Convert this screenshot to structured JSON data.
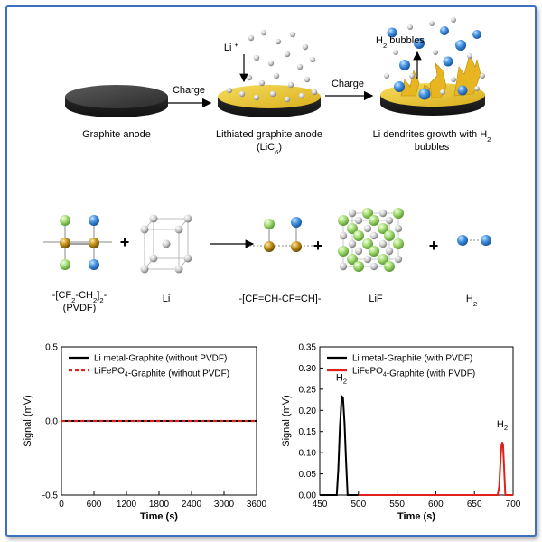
{
  "top_row": {
    "anode_label": "Graphite anode",
    "arrow1_label": "Charge",
    "lithiated_label_line1": "Lithiated graphite anode",
    "lithiated_label_line2": "(LiC6)",
    "li_ion_label": "Li+",
    "arrow2_label": "Charge",
    "dendrite_label_line1": "Li dendrites growth with H2",
    "dendrite_label_line2": "bubbles",
    "h2_bubbles_label": "H2 bubbles"
  },
  "reaction": {
    "reactant1_label_line1": "-[CF2-CH2]2-",
    "reactant1_label_line2": "(PVDF)",
    "plus1": "+",
    "reactant2_label": "Li",
    "product1_label": "-[CF=CH-CF=CH]-",
    "plus2": "+",
    "product2_label": "LiF",
    "plus3": "+",
    "product3_label": "H2"
  },
  "colors": {
    "frame": "#3f6fbf",
    "gold": "#e8c234",
    "disk": "#3b3b3b",
    "blue": "#3c8fe0",
    "green": "#9bd36b",
    "brown": "#b8860b",
    "series_black": "#000000",
    "series_red": "#e0201a"
  },
  "chart_data": [
    {
      "type": "line",
      "xlabel": "Time (s)",
      "ylabel": "Signal (mV)",
      "xlim": [
        0,
        3600
      ],
      "ylim": [
        -0.5,
        0.5
      ],
      "xticks": [
        0,
        600,
        1200,
        1800,
        2400,
        3000,
        3600
      ],
      "yticks": [
        -0.5,
        0.0,
        0.5
      ],
      "ytick_labels": [
        "-0.5",
        "0.0",
        "0.5"
      ],
      "legend_position": "top-left",
      "series": [
        {
          "name": "Li metal-Graphite (without PVDF)",
          "color": "#000000",
          "style": "solid",
          "x": [
            0,
            3600
          ],
          "y": [
            0,
            0
          ]
        },
        {
          "name": "LiFePO4-Graphite (without  PVDF)",
          "color": "#e0201a",
          "style": "dashed",
          "x": [
            0,
            3600
          ],
          "y": [
            0,
            0
          ]
        }
      ]
    },
    {
      "type": "line",
      "xlabel": "Time (s)",
      "ylabel": "Signal (mV)",
      "xlim": [
        450,
        700
      ],
      "ylim": [
        0,
        0.35
      ],
      "xticks": [
        450,
        500,
        550,
        600,
        650,
        700
      ],
      "yticks": [
        0.0,
        0.05,
        0.1,
        0.15,
        0.2,
        0.25,
        0.3,
        0.35
      ],
      "ytick_labels": [
        "0.00",
        "0.05",
        "0.10",
        "0.15",
        "0.20",
        "0.25",
        "0.30",
        "0.35"
      ],
      "legend_position": "top-left",
      "annotations": [
        {
          "text": "H2",
          "x": 478,
          "y": 0.27
        },
        {
          "text": "H2",
          "x": 686,
          "y": 0.16
        }
      ],
      "series": [
        {
          "name": "Li metal-Graphite (with PVDF)",
          "color": "#000000",
          "style": "solid",
          "x": [
            450,
            472,
            474,
            476,
            478,
            479,
            480,
            482,
            484,
            486,
            500
          ],
          "y": [
            0,
            0,
            0.06,
            0.16,
            0.222,
            0.232,
            0.23,
            0.17,
            0.08,
            0,
            0
          ]
        },
        {
          "name": "LiFePO4-Graphite (with PVDF)",
          "color": "#e0201a",
          "style": "solid",
          "x": [
            500,
            680,
            682,
            684,
            685,
            686,
            687,
            688,
            690,
            700
          ],
          "y": [
            0,
            0,
            0.02,
            0.09,
            0.117,
            0.125,
            0.118,
            0.08,
            0,
            0
          ]
        }
      ]
    }
  ]
}
